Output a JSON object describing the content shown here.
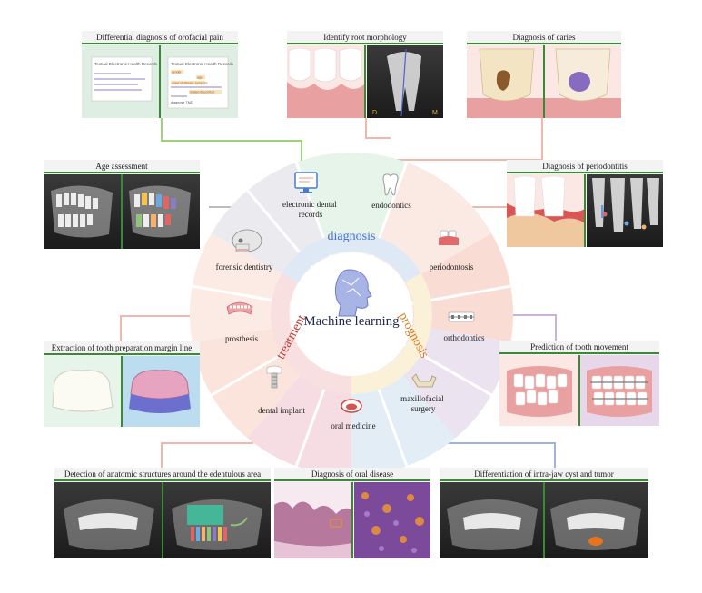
{
  "center": {
    "title": "Machine learning"
  },
  "inner_ring": [
    {
      "label": "diagnosis",
      "color": "#4b76c4"
    },
    {
      "label": "prognosis",
      "color": "#d87a20"
    },
    {
      "label": "treatment",
      "color": "#c0392b"
    }
  ],
  "segments": [
    {
      "label": "electronic dental records"
    },
    {
      "label": "endodontics"
    },
    {
      "label": "periodontosis"
    },
    {
      "label": "orthodontics"
    },
    {
      "label": "maxillofacial surgery"
    },
    {
      "label": "oral medicine"
    },
    {
      "label": "dental implant"
    },
    {
      "label": "prosthesis"
    },
    {
      "label": "forensic dentistry"
    }
  ],
  "cards": {
    "orofacial_pain": {
      "title": "Differential diagnosis of orofacial pain",
      "record_title": "Textual Electronic Health Records",
      "tags": [
        "gender",
        "age",
        "onset of disease symptom",
        "related discomfort"
      ],
      "footer": "diagnose TMD"
    },
    "root_morphology": {
      "title": "Identify root morphology",
      "markers": [
        "D",
        "M"
      ]
    },
    "caries": {
      "title": "Diagnosis of caries"
    },
    "periodontitis": {
      "title": "Diagnosis of periodontitis"
    },
    "age": {
      "title": "Age assessment"
    },
    "margin_line": {
      "title": "Extraction of tooth preparation margin line"
    },
    "tooth_movement": {
      "title": "Prediction of tooth movement"
    },
    "edentulous": {
      "title": "Detection of anatomic structures around the edentulous area"
    },
    "oral_disease": {
      "title": "Diagnosis of oral disease"
    },
    "cyst_tumor": {
      "title": "Differentiation of intra-jaw cyst and tumor"
    }
  },
  "colors": {
    "card_header_line": "#3a8a35",
    "connector_green": "#9ed17b",
    "connector_pink": "#f1b8aa",
    "connector_purple": "#c9b2dc",
    "connector_blue": "#9fb4dd",
    "connector_grey": "#bdbdbd"
  }
}
